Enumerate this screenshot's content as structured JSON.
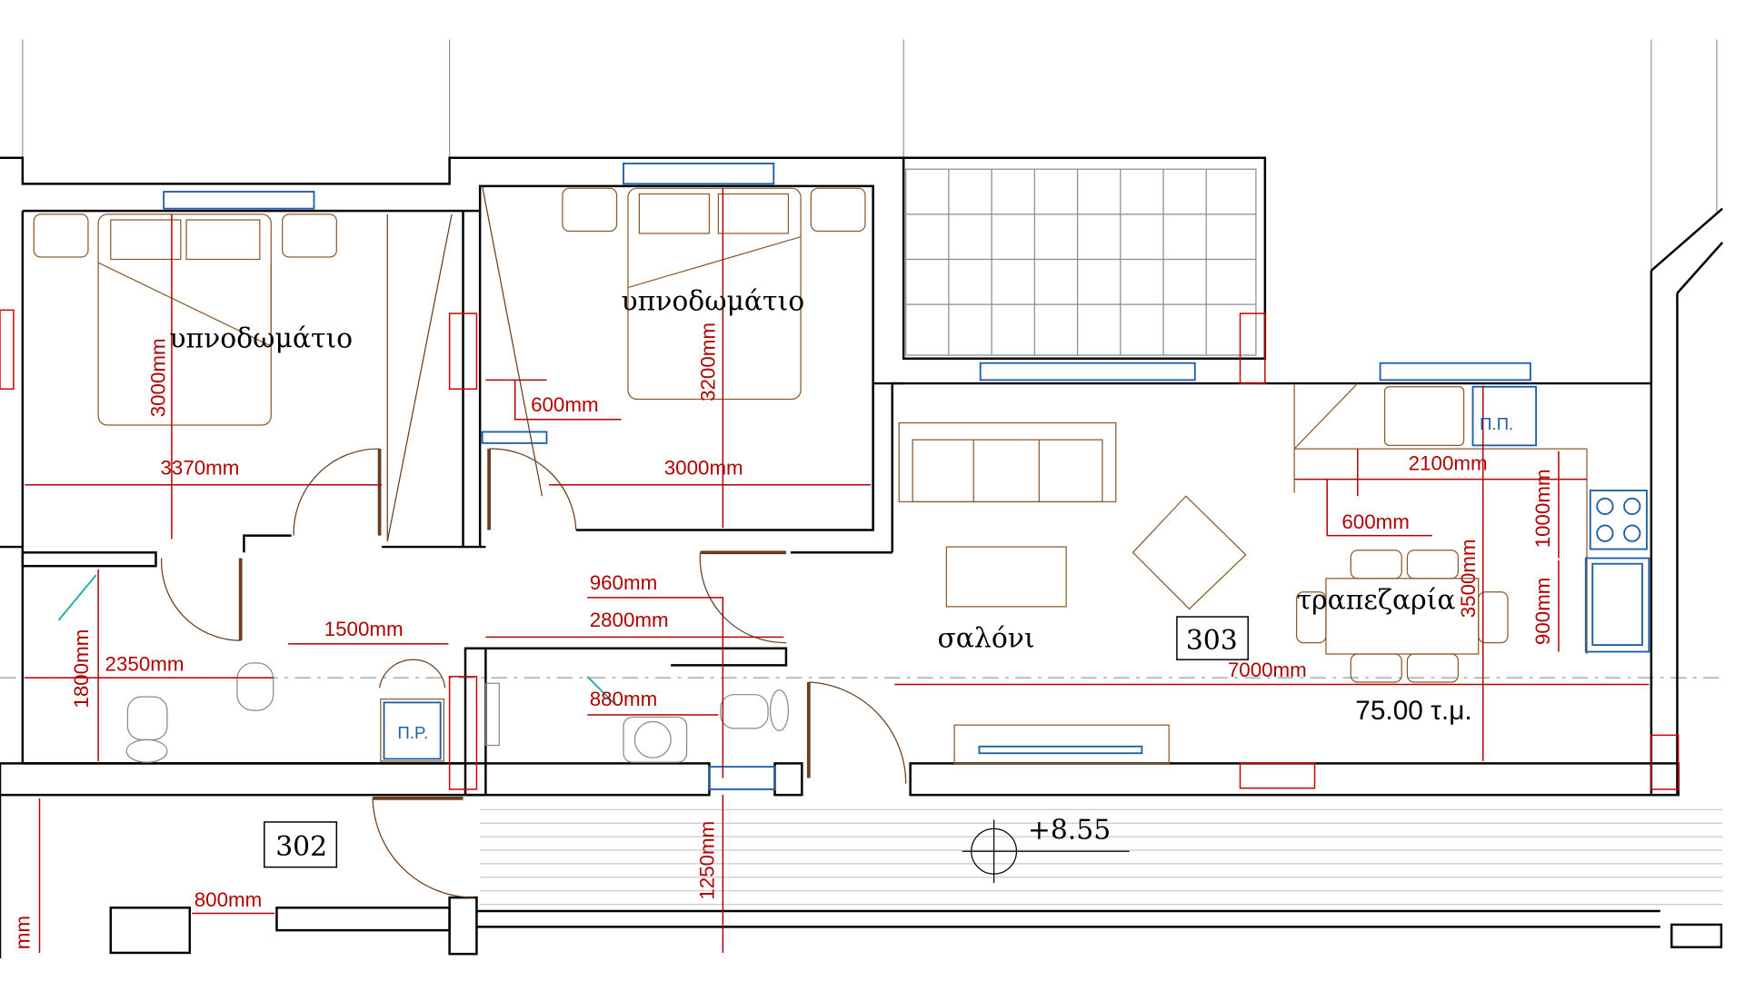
{
  "rooms": {
    "bedroom1": "υπνοδωμάτιο",
    "bedroom2": "υπνοδωμάτιο",
    "living": "σαλόνι",
    "dining": "τραπεζαρία"
  },
  "units": {
    "unit_303": "303",
    "unit_302": "302"
  },
  "area": "75.00 τ.μ.",
  "level": "+8.55",
  "labels": {
    "pr": "Π.Ρ.",
    "pp": "Π.Π."
  },
  "dimensions": {
    "d3000v": "3000mm",
    "d3370": "3370mm",
    "d600a": "600mm",
    "d3200": "3200mm",
    "d3000h": "3000mm",
    "d2100": "2100mm",
    "d600b": "600mm",
    "d1000": "1000mm",
    "d900": "900mm",
    "d3500": "3500mm",
    "d7000": "7000mm",
    "d960": "960mm",
    "d2800": "2800mm",
    "d1500": "1500mm",
    "d2350": "2350mm",
    "d1800": "1800mm",
    "d880": "880mm",
    "d1250": "1250mm",
    "d800": "800mm",
    "dmm": "mm"
  }
}
